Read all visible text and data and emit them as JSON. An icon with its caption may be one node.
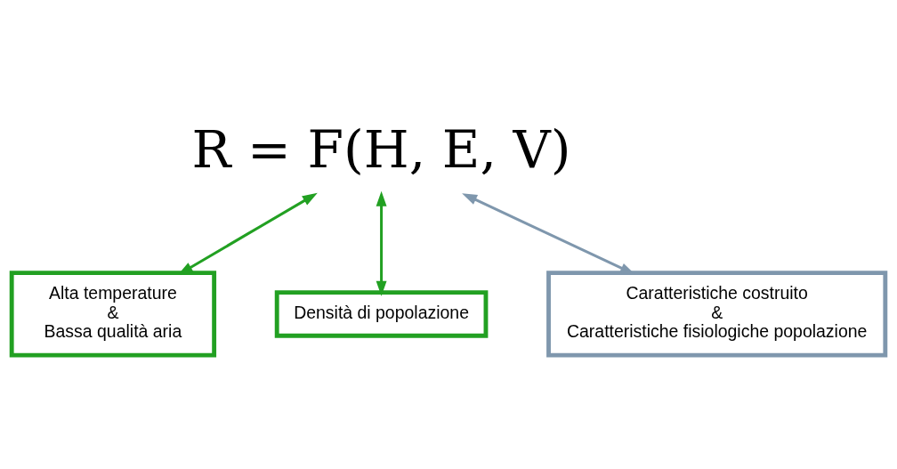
{
  "diagram": {
    "nodes": [
      {
        "text": [
          "R = F(H, E, V)"
        ]
      },
      {
        "text": [
          "Alta temperature",
          "&",
          "Bassa qualità aria"
        ]
      },
      {
        "text": [
          "Densità di popolazione"
        ]
      },
      {
        "text": [
          "Caratteristiche costruito",
          "&",
          "Caratteristiche fisiologiche popolazione"
        ]
      }
    ],
    "edges": [
      {
        "from": 0,
        "to": 1,
        "arrow": "both"
      },
      {
        "from": 0,
        "to": 2,
        "arrow": "both"
      },
      {
        "from": 0,
        "to": 3,
        "arrow": "both",
        "color": "#7f97ad"
      }
    ]
  }
}
